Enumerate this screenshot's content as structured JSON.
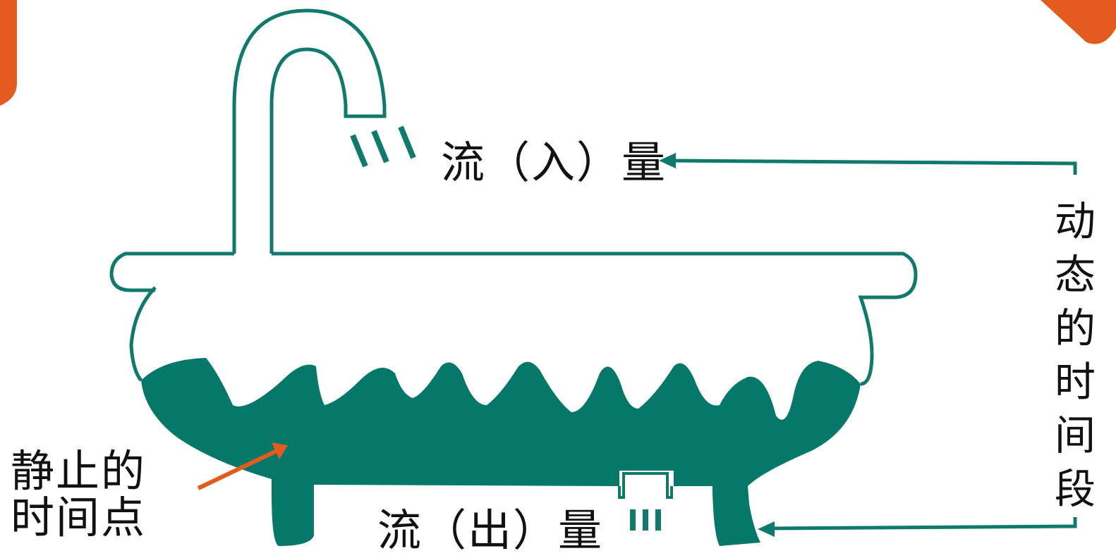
{
  "colors": {
    "tub_stroke": "#0f7a6b",
    "water_fill": "#06786a",
    "arrow": "#0f7a6b",
    "accent_arrow": "#e35b1e",
    "corner_accent": "#e35b1e"
  },
  "labels": {
    "inflow": "流（入）量",
    "outflow": "流（出）量",
    "static_line1": "静止的",
    "static_line2": "时间点",
    "dynamic": "动态的时间段"
  },
  "icons": {
    "faucet": "faucet-icon",
    "bathtub": "bathtub-icon",
    "drain": "drain-icon"
  }
}
